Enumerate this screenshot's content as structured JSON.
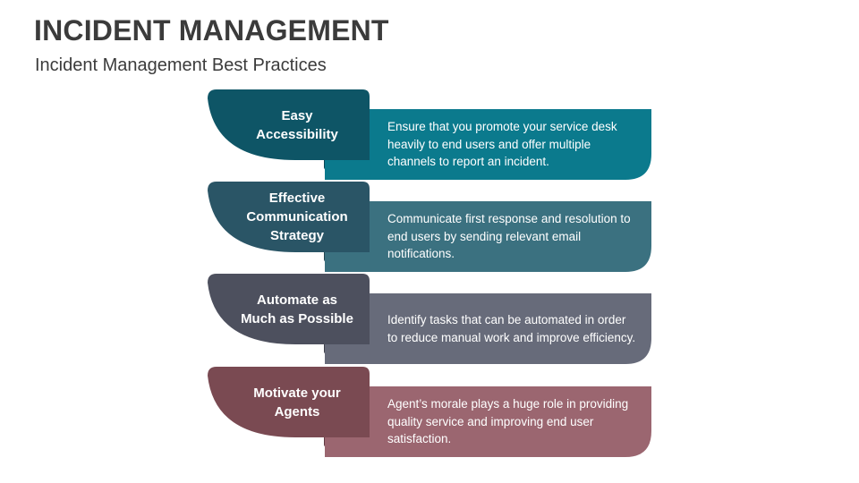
{
  "header": {
    "title": "INCIDENT MANAGEMENT",
    "subtitle": "Incident Management Best Practices"
  },
  "practices": [
    {
      "title": "Easy\nAccessibility",
      "description": "Ensure that you promote your service desk heavily to end users and offer multiple channels to report an incident.",
      "color_dark": "#0e5566",
      "color_light": "#0b7a8d",
      "color_tab": "#0a4452"
    },
    {
      "title": "Effective\nCommunication\nStrategy",
      "description": "Communicate first response and resolution to end users by sending relevant email notifications.",
      "color_dark": "#2a5566",
      "color_light": "#3b7180",
      "color_tab": "#23434f"
    },
    {
      "title": "Automate as\nMuch as Possible",
      "description": "Identify tasks that can be automated in order to reduce manual work and improve efficiency.",
      "color_dark": "#4d505e",
      "color_light": "#676b7a",
      "color_tab": "#3c3e49"
    },
    {
      "title": "Motivate your\nAgents",
      "description": "Agent’s morale plays a huge role in providing quality service and improving end user satisfaction.",
      "color_dark": "#7a4a52",
      "color_light": "#9b6670",
      "color_tab": "#5f3840"
    }
  ]
}
